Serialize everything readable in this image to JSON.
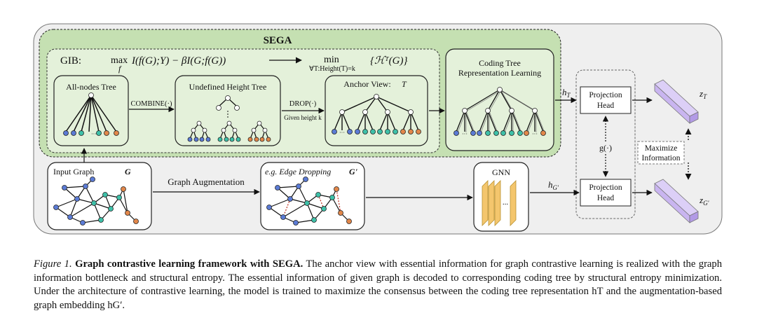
{
  "diagram": {
    "sega_title": "SEGA",
    "gib_label": "GIB:",
    "gib_max": "max",
    "gib_max_sub": "f",
    "gib_expr": "I(f(G);Y) − βI(G;f(G))",
    "gib_min": "min",
    "gib_min_sub": "∀T:Height(T)=k",
    "gib_min_expr": "{ℋᵀ(G)}",
    "allnodes_title": "All-nodes Tree",
    "combine_label": "COMBINE(·)",
    "undefined_title": "Undefined Height Tree",
    "drop_label": "DROP(·)",
    "drop_sub": "Given height k",
    "anchor_title": "Anchor View:",
    "anchor_var": "T",
    "coding_title_1": "Coding Tree",
    "coding_title_2": "Representation Learning",
    "h_t": "h",
    "h_t_sub": "T",
    "proj_top_1": "Projection",
    "proj_top_2": "Head",
    "g_label": "g(·)",
    "proj_bot_1": "Projection",
    "proj_bot_2": "Head",
    "z_t": "z",
    "z_t_sub": "T",
    "z_g": "z",
    "z_g_sub": "G'",
    "maximize_1": "Maximize",
    "maximize_2": "Information",
    "input_title": "Input Graph",
    "input_var": "G",
    "aug_label": "Graph Augmentation",
    "edge_title": "e.g.  Edge Dropping",
    "edge_var": "G'",
    "gnn_label": "GNN",
    "gnn_dots": "...",
    "h_g": "h",
    "h_g_sub": "G'",
    "leaf_dots": "···"
  },
  "caption": {
    "label": "Figure 1.",
    "title": "Graph contrastive learning framework with SEGA.",
    "text": "The anchor view with essential information for graph contrastive learning is realized with the graph information bottleneck and structural entropy. The essential information of given graph is decoded to corresponding coding tree by structural entropy minimization. Under the architecture of contrastive learning, the model is trained to maximize the consensus between the coding tree representation hT and the augmentation-based graph embedding hG′."
  },
  "colors": {
    "sega_fill": "#c5e0b2",
    "inner_fill": "#e4f1da",
    "outer_fill": "#efefef",
    "gnn_fill": "#f4c66d",
    "embed_fill": "#c9b5f0",
    "node_blue": "#5b7bd5",
    "node_teal": "#3ec0a8",
    "node_orange": "#e2874a"
  }
}
